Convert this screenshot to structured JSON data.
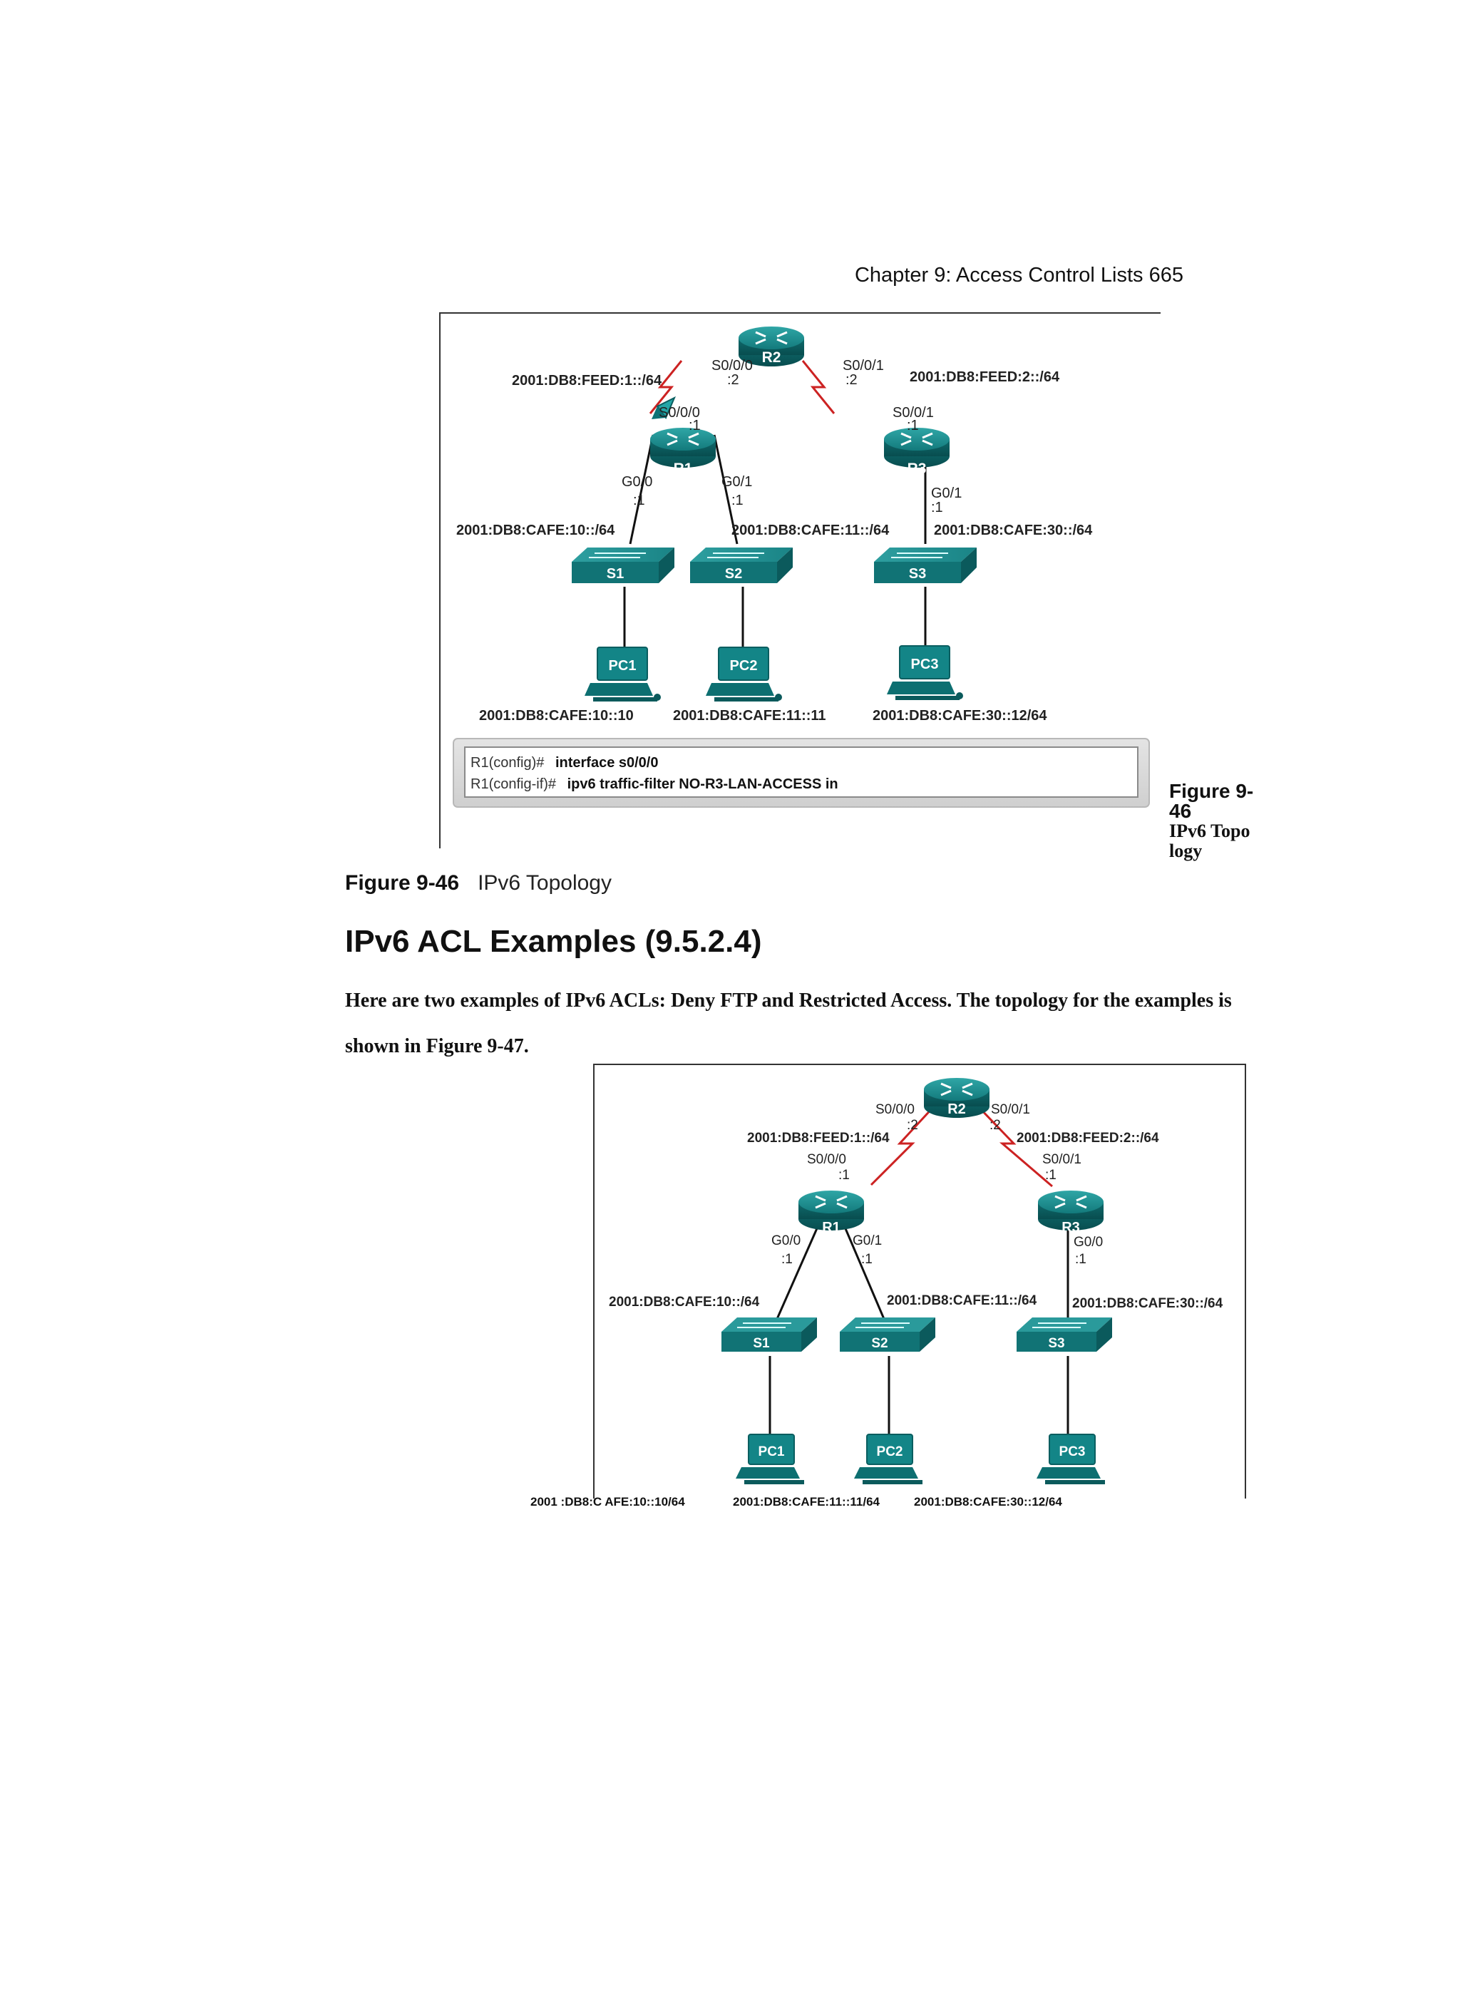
{
  "running_head": "Chapter 9: Access Control Lists 665",
  "figure1": {
    "r2": "R2",
    "r1": "R1",
    "r3": "R3",
    "s1": "S1",
    "s2": "S2",
    "s3": "S3",
    "pc1": "PC1",
    "pc2": "PC2",
    "pc3": "PC3",
    "feed1": "2001:DB8:FEED:1::/64",
    "feed2": "2001:DB8:FEED:2::/64",
    "r2_s000": "S0/0/0",
    "r2_s000_host": ":2",
    "r2_s001": "S0/0/1",
    "r2_s001_host": ":2",
    "r1_s000": "S0/0/0",
    "r1_s000_host": ":1",
    "r3_s001": "S0/0/1",
    "r3_s001_host": ":1",
    "r1_g00": "G0/0",
    "r1_g00_host": ":1",
    "r1_g01": "G0/1",
    "r1_g01_host": ":1",
    "r3_g01": "G0/1",
    "r3_g01_host": ":1",
    "lan10": "2001:DB8:CAFE:10::/64",
    "lan11": "2001:DB8:CAFE:11::/64",
    "lan30": "2001:DB8:CAFE:30::/64",
    "pc1_addr": "2001:DB8:CAFE:10::10",
    "pc2_addr": "2001:DB8:CAFE:11::11",
    "pc3_addr": "2001:DB8:CAFE:30::12/64",
    "cli_prompt1": "R1(config)#",
    "cli_cmd1": "interface s0/0/0",
    "cli_prompt2": "R1(config-if)#",
    "cli_cmd2": "ipv6 traffic-filter NO-R3-LAN-ACCESS in"
  },
  "side_caption": {
    "label": "Figure 9-46",
    "title": "IPv6 Topology"
  },
  "caption": {
    "number": "Figure 9-46",
    "title": "IPv6 Topology"
  },
  "heading": "IPv6 ACL Examples (9.5.2.4)",
  "body": "Here are two examples of IPv6 ACLs: Deny FTP and Restricted Access. The topology for the examples is shown in Figure 9-47.",
  "figure2": {
    "r2": "R2",
    "r1": "R1",
    "r3": "R3",
    "s1": "S1",
    "s2": "S2",
    "s3": "S3",
    "pc1": "PC1",
    "pc2": "PC2",
    "pc3": "PC3",
    "r2_s000": "S0/0/0",
    "r2_s000_host": ":2",
    "r2_s001": "S0/0/1",
    "r2_s001_host": ":2",
    "feed1": "2001:DB8:FEED:1::/64",
    "feed2": "2001:DB8:FEED:2::/64",
    "r1_s000": "S0/0/0",
    "r1_s000_host": ":1",
    "r3_s001": "S0/0/1",
    "r3_s001_host": ":1",
    "r1_g00": "G0/0",
    "r1_g00_host": ":1",
    "r1_g01": "G0/1",
    "r1_g01_host": ":1",
    "r3_g00": "G0/0",
    "r3_g00_host": ":1",
    "lan10": "2001:DB8:CAFE:10::/64",
    "lan11": "2001:DB8:CAFE:11::/64",
    "lan30": "2001:DB8:CAFE:30::/64",
    "pc1_addr": "2001 :DB8:C AFE:10::10/64",
    "pc2_addr": "2001:DB8:CAFE:11::11/64",
    "pc3_addr": "2001:DB8:CAFE:30::12/64"
  }
}
